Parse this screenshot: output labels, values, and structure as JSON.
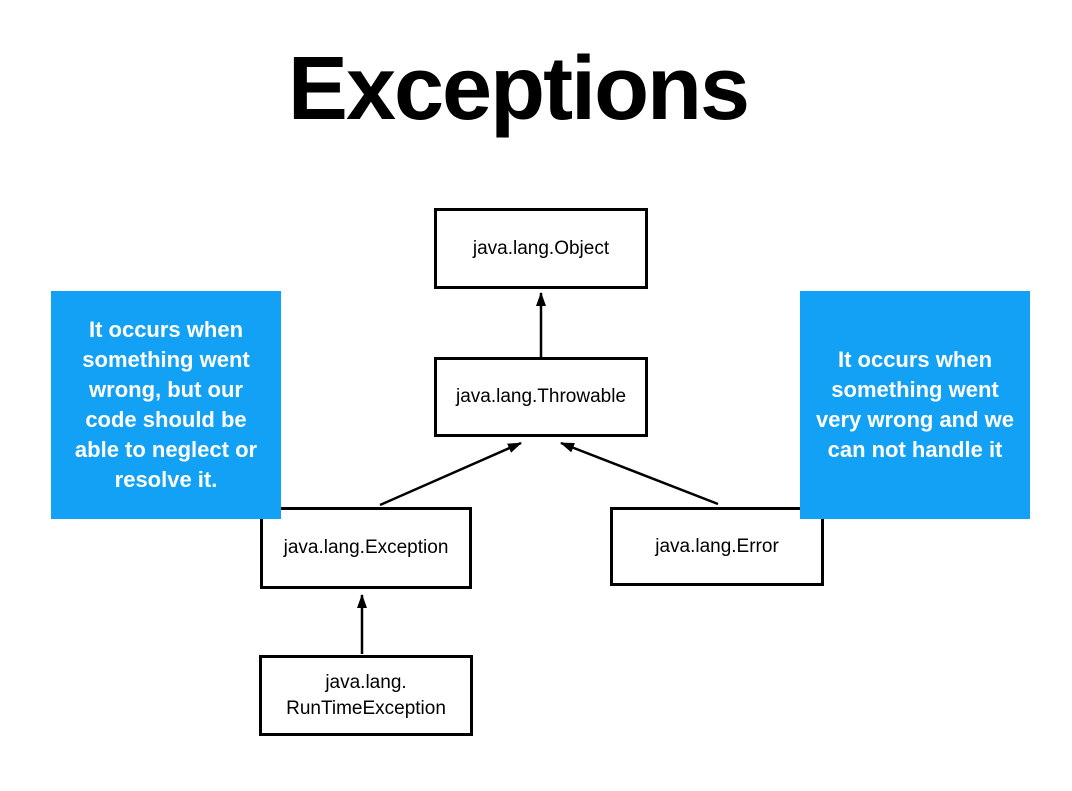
{
  "title": "Exceptions",
  "colors": {
    "background": "#FFFFFF",
    "callout_bg": "#12A1F4",
    "callout_text": "#FFFFFF",
    "line_and_border": "#000000"
  },
  "nodes": {
    "object": {
      "label": "java.lang.Object"
    },
    "throwable": {
      "label": "java.lang.Throwable"
    },
    "exception": {
      "label": "java.lang.Exception"
    },
    "error": {
      "label": "java.lang.Error"
    },
    "runtime_exception": {
      "lines": [
        "java.lang.",
        "RunTimeException"
      ]
    }
  },
  "edges": [
    {
      "from": "throwable",
      "to": "object"
    },
    {
      "from": "exception",
      "to": "throwable"
    },
    {
      "from": "error",
      "to": "throwable"
    },
    {
      "from": "runtime_exception",
      "to": "exception"
    }
  ],
  "callouts": {
    "exception_note": {
      "lines": [
        "It occurs when",
        "something went",
        "wrong, but our",
        "code should be",
        "able to neglect or",
        "resolve it."
      ]
    },
    "error_note": {
      "lines": [
        "It occurs when",
        "something went",
        "very wrong and we",
        "can not handle it"
      ]
    }
  }
}
